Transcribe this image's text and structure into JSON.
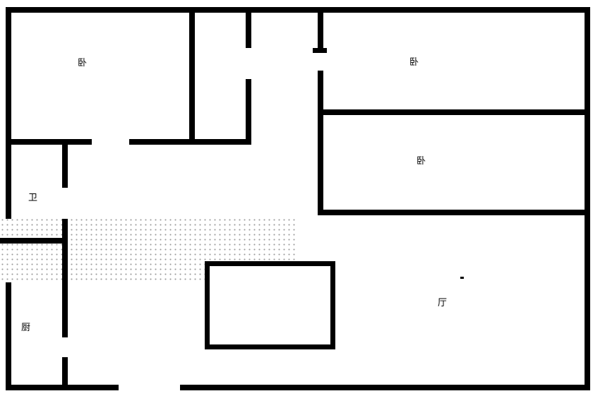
{
  "diagram": {
    "type": "floor-plan",
    "background": "#ffffff",
    "wall_color": "#000000",
    "dot_color": "#9c9c9c",
    "labels": {
      "bedroom_nw": "卧",
      "bedroom_ne": "卧",
      "bedroom_e": "卧",
      "bathroom": "卫",
      "kitchen": "厨",
      "living_room": "厅"
    }
  }
}
